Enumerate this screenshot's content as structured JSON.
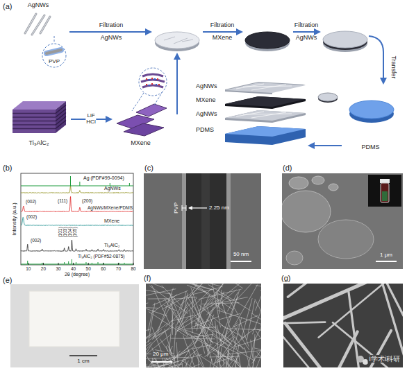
{
  "diagram": {
    "nodes": [
      {
        "text": [
          "AgNWs"
        ]
      },
      {
        "text": [
          "PVP"
        ]
      },
      {
        "text": [
          "Ti₃AlC₂"
        ]
      },
      {
        "text": [
          "MXene"
        ]
      },
      {
        "text": [
          "PDMS"
        ]
      },
      {
        "text": [
          "AgNWs",
          "MXene",
          "AgNWs",
          "PDMS"
        ]
      }
    ],
    "edges": [
      {
        "from": 0,
        "to": 1,
        "arrow": "none"
      },
      {
        "from": 2,
        "to": 3,
        "label": "LiF HCl",
        "arrow": "to"
      },
      {
        "from": 4,
        "to": 5,
        "arrow": "to"
      }
    ],
    "labels": [
      "(a)",
      "Filtration",
      "AgNWs",
      "Filtration",
      "MXene",
      "Filtration",
      "AgNWs",
      "Transfer",
      "(b)",
      "Ag (PDF#99-0094)",
      "AgNWs",
      "(111)",
      "(200)",
      "AgNWs/MXene/PDMS",
      "(002)",
      "(002)",
      "MXene",
      "(002)",
      "(101)",
      "(103)",
      "(104)",
      "(105)",
      "Ti₃AlC₂",
      "Ti₃AlC₂ (PDF#52-0875)",
      "Intensity (a.u.)",
      "10",
      "20",
      "30",
      "40",
      "50",
      "60",
      "70",
      "80",
      "2θ (degree)",
      "(c)",
      "PVP",
      "2.25 nm",
      "50 nm",
      "(d)",
      "1 μm",
      "(e)",
      "1 cm",
      "(f)",
      "20 μm",
      "(g)",
      "i学术i科研"
    ]
  }
}
